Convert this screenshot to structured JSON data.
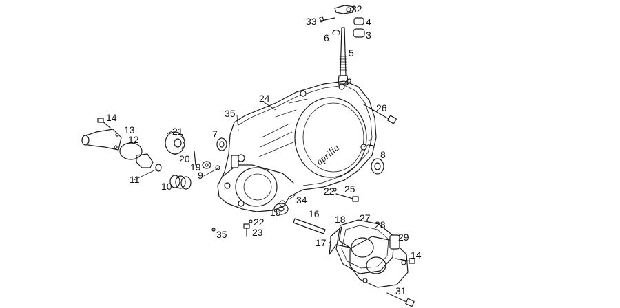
{
  "brand_mark": "aprilia",
  "callouts": [
    "1",
    "2",
    "3",
    "4",
    "5",
    "6",
    "7",
    "8",
    "9",
    "10",
    "11",
    "12",
    "13",
    "14",
    "14",
    "15",
    "16",
    "17",
    "18",
    "19",
    "20",
    "21",
    "22",
    "22",
    "23",
    "24",
    "25",
    "26",
    "27",
    "28",
    "29",
    "31",
    "32",
    "33",
    "34",
    "35",
    "35"
  ]
}
